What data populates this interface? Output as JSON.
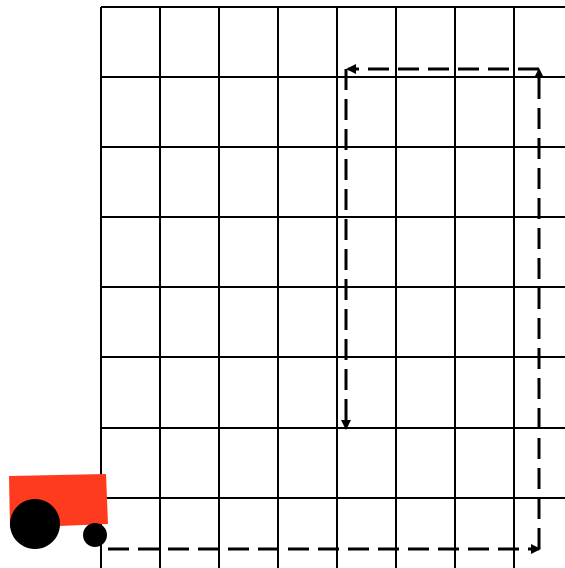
{
  "diagram": {
    "grid": {
      "line_color": "#000000",
      "background": "#ffffff"
    },
    "tractor": {
      "icon": "tractor-icon",
      "body_color": "#ff3b1f",
      "wheel_color": "#000000"
    },
    "path": {
      "style": "dashed",
      "color": "#000000",
      "arrowheads": 4,
      "segments": [
        {
          "direction": "right",
          "arrow_end": true
        },
        {
          "direction": "up",
          "arrow_end": true
        },
        {
          "direction": "left",
          "arrow_end": true
        },
        {
          "direction": "down",
          "arrow_end": true
        }
      ]
    }
  }
}
